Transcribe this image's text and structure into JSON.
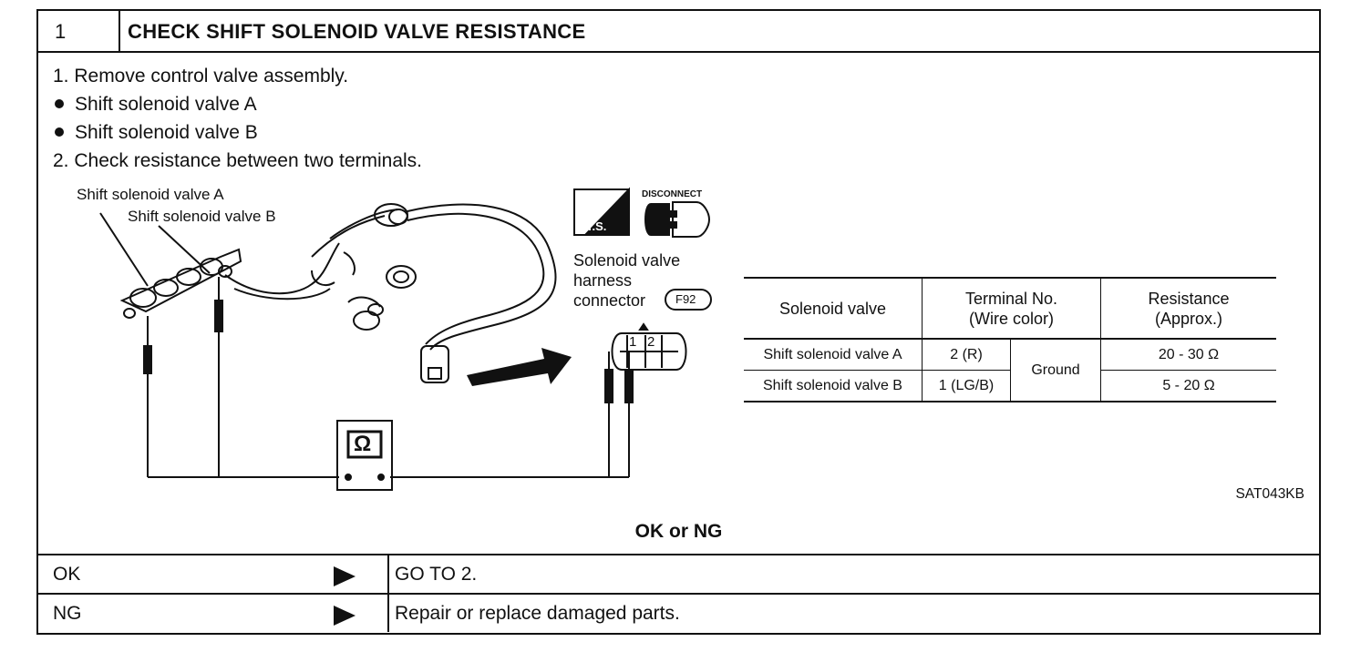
{
  "header": {
    "step": "1",
    "title": "CHECK SHIFT SOLENOID VALVE RESISTANCE"
  },
  "steps": [
    "1.  Remove control valve assembly.",
    "Shift solenoid valve A",
    "Shift solenoid valve B",
    "2.  Check resistance between two terminals."
  ],
  "figure": {
    "label_valve_a": "Shift solenoid valve A",
    "label_valve_b": "Shift solenoid valve B",
    "ts_label": "T.S.",
    "disconnect_label": "DISCONNECT",
    "connector_line1": "Solenoid valve",
    "connector_line2": "harness",
    "connector_line3": "connector",
    "connector_code": "F92",
    "terminal_1": "1",
    "terminal_2": "2",
    "meter_symbol": "Ω",
    "figure_code": "SAT043KB"
  },
  "spec_table": {
    "headers": [
      "Solenoid valve",
      "Terminal No.",
      "(Wire color)",
      "Resistance",
      "(Approx.)"
    ],
    "rows": [
      {
        "valve": "Shift solenoid valve A",
        "terminal": "2 (R)",
        "resistance": "20 - 30 Ω"
      },
      {
        "valve": "Shift solenoid valve B",
        "terminal": "1 (LG/B)",
        "resistance": "5 - 20 Ω"
      }
    ],
    "shared_terminal": "Ground"
  },
  "verdict": "OK or NG",
  "results": [
    {
      "key": "OK",
      "value": "GO TO 2."
    },
    {
      "key": "NG",
      "value": "Repair or replace damaged parts."
    }
  ]
}
